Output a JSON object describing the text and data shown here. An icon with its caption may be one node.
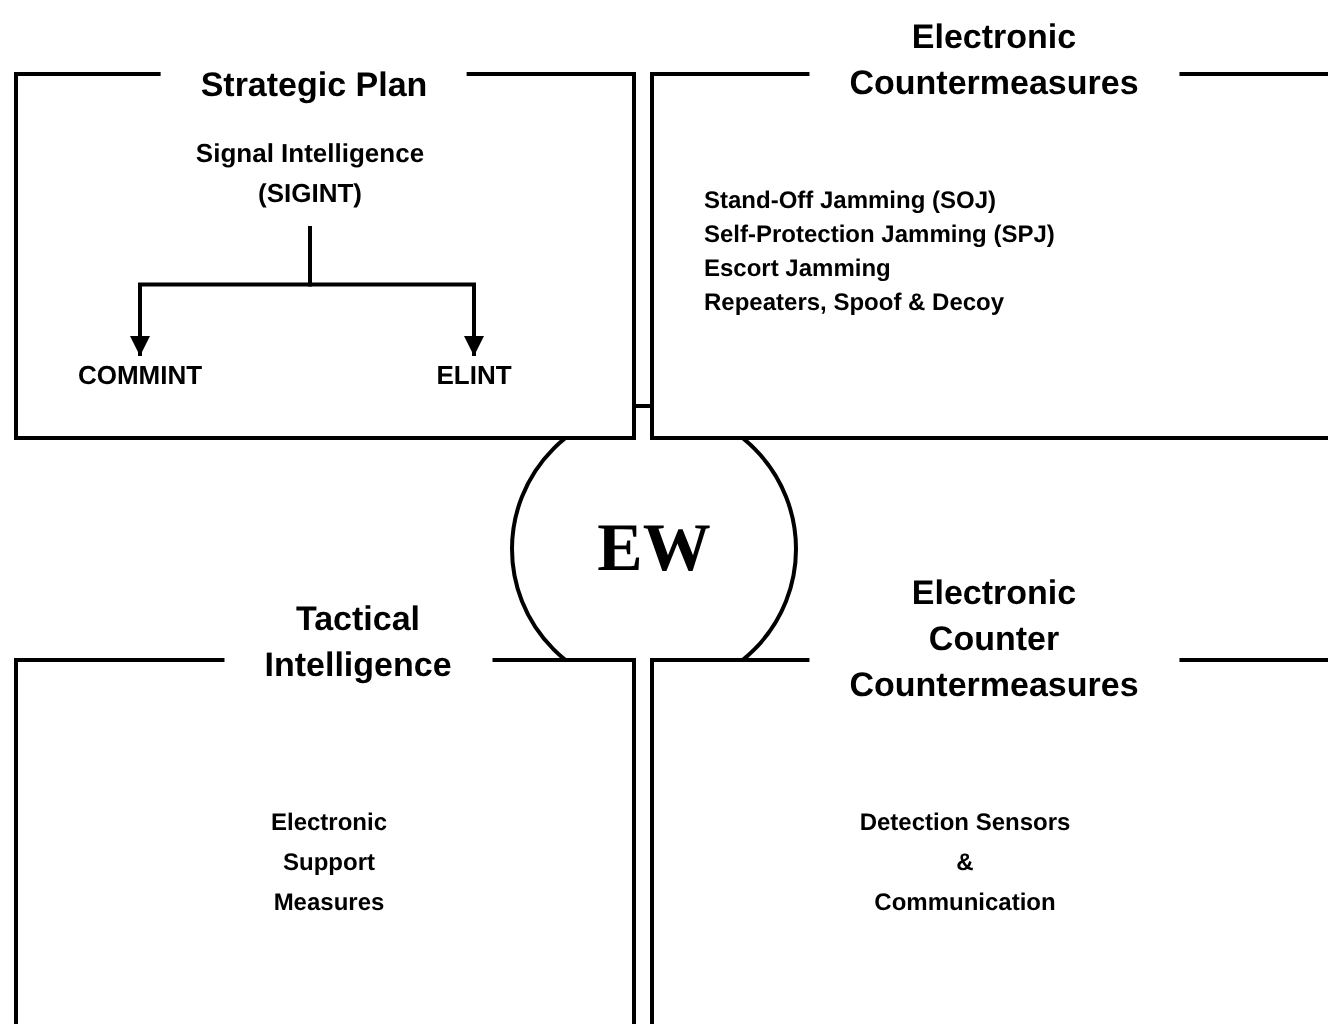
{
  "diagram": {
    "nodes": [
      {
        "text": [
          "Strategic Plan"
        ]
      },
      {
        "text": [
          "Signal Intelligence (SIGINT)"
        ],
        "in": 0
      },
      {
        "text": [
          "COMMINT"
        ],
        "in": 0
      },
      {
        "text": [
          "ELINT"
        ],
        "in": 0
      },
      {
        "text": [
          "Electronic Countermeasures",
          "Stand-Off Jamming (SOJ)",
          "Self-Protection Jamming (SPJ)",
          "Escort Jamming",
          "Repeaters, Spoof & Decoy"
        ]
      },
      {
        "text": [
          "EW"
        ]
      },
      {
        "text": [
          "Tactical Intelligence",
          "Electronic Support Measures"
        ]
      },
      {
        "text": [
          "Electronic Counter Countermeasures",
          "Detection Sensors",
          "&",
          "Communication"
        ]
      }
    ],
    "edges": [
      {
        "from": 1,
        "to": 2,
        "arrow": "to"
      },
      {
        "from": 1,
        "to": 3,
        "arrow": "to"
      },
      {
        "from": 0,
        "to": 4,
        "arrow": "none"
      }
    ]
  }
}
